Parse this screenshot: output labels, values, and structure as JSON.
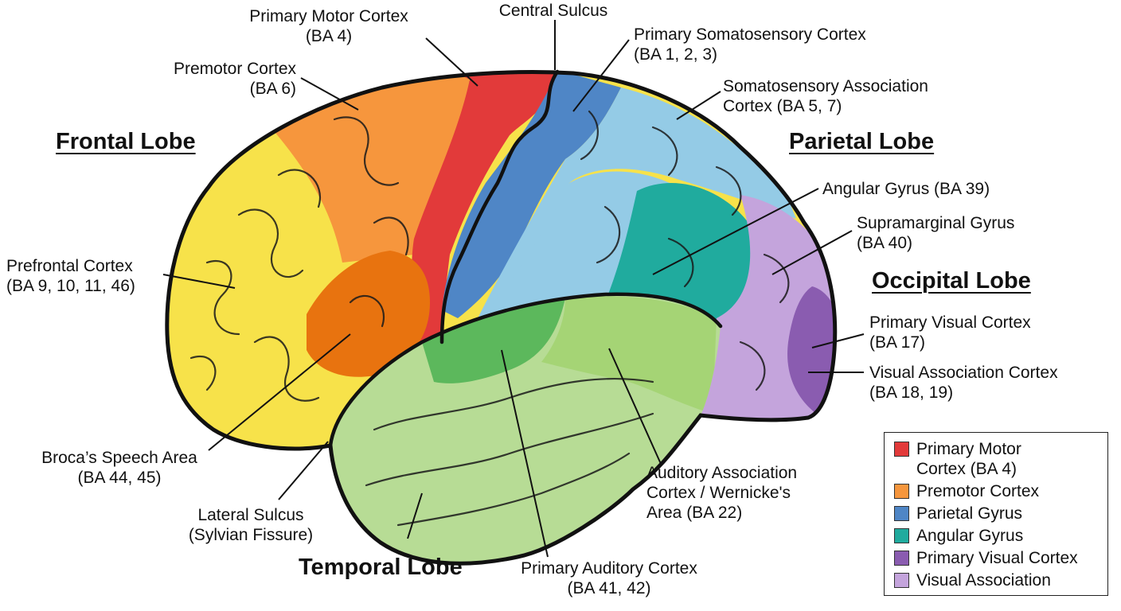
{
  "colors": {
    "outline": "#111111",
    "prefrontal": "#f7e24a",
    "premotor": "#f6963d",
    "broca": "#e8730f",
    "motor": "#e23a3a",
    "somatosensory": "#4f86c6",
    "association": "#94cbe6",
    "angular": "#20ab9e",
    "temporal": "#b7dc95",
    "auditory": "#5cb85c",
    "wernicke": "#a5d475",
    "visual_assoc": "#c4a4dc",
    "visual_primary": "#8a5cb0"
  },
  "lobes": {
    "frontal": "Frontal Lobe",
    "parietal": "Parietal Lobe",
    "occipital": "Occipital Lobe",
    "temporal": "Temporal Lobe"
  },
  "labels": {
    "primary_motor": "Primary Motor Cortex\n(BA 4)",
    "central_sulcus": "Central Sulcus",
    "primary_somatosensory": "Primary Somatosensory Cortex\n(BA 1, 2, 3)",
    "premotor": "Premotor Cortex\n(BA 6)",
    "somatosensory_assoc": "Somatosensory Association\nCortex (BA 5, 7)",
    "angular": "Angular Gyrus (BA 39)",
    "supramarginal": "Supramarginal Gyrus\n(BA 40)",
    "prefrontal": "Prefrontal Cortex\n(BA 9, 10, 11, 46)",
    "primary_visual": "Primary Visual Cortex\n(BA 17)",
    "visual_assoc": "Visual Association Cortex\n(BA 18, 19)",
    "broca": "Broca’s Speech Area\n(BA 44, 45)",
    "auditory_assoc": "Auditory Association\nCortex / Wernicke's\nArea (BA 22)",
    "lateral_sulcus": "Lateral Sulcus\n(Sylvian Fissure)",
    "primary_auditory": "Primary Auditory Cortex\n(BA 41, 42)"
  },
  "legend": [
    {
      "label": "Primary Motor\nCortex (BA 4)",
      "color": "#e23a3a"
    },
    {
      "label": "Premotor Cortex",
      "color": "#f6963d"
    },
    {
      "label": "Parietal Gyrus",
      "color": "#4f86c6"
    },
    {
      "label": "Angular Gyrus",
      "color": "#20ab9e"
    },
    {
      "label": "Primary Visual Cortex",
      "color": "#8a5cb0"
    },
    {
      "label": "Visual Association",
      "color": "#c4a4dc"
    }
  ]
}
